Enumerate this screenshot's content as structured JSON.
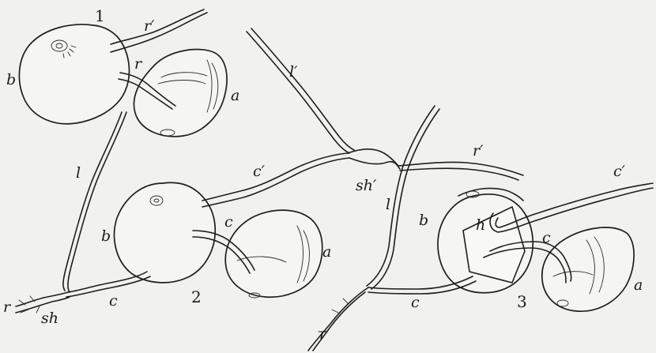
{
  "figure": {
    "group1": {
      "number": "1",
      "labels": {
        "b": "b",
        "a": "a",
        "r": "r",
        "r_prime": "r′"
      }
    },
    "group2": {
      "number": "2",
      "labels": {
        "b": "b",
        "a": "a",
        "c": "c",
        "c_prime": "c′",
        "l": "l",
        "c_lower": "c",
        "r": "r",
        "sh": "sh"
      }
    },
    "group3": {
      "number": "3",
      "labels": {
        "b": "b",
        "a": "a",
        "h": "h",
        "c": "c",
        "c_prime": "c′",
        "l": "l",
        "c_lower": "c",
        "r": "r"
      }
    },
    "center": {
      "labels": {
        "l_prime": "l′",
        "sh_prime": "sh′",
        "r_prime": "r′"
      }
    }
  }
}
